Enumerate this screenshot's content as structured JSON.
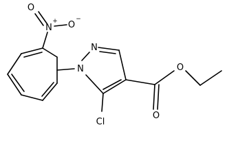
{
  "atoms": {
    "nitro_o_top": "O",
    "nitro_n": "N",
    "nitro_n_charge": "+",
    "nitro_o_right": "O",
    "nitro_o_right_charge": "−",
    "pyrazole_n2": "N",
    "pyrazole_n1": "N",
    "ester_o": "O",
    "carbonyl_o": "O",
    "chloro": "Cl"
  }
}
